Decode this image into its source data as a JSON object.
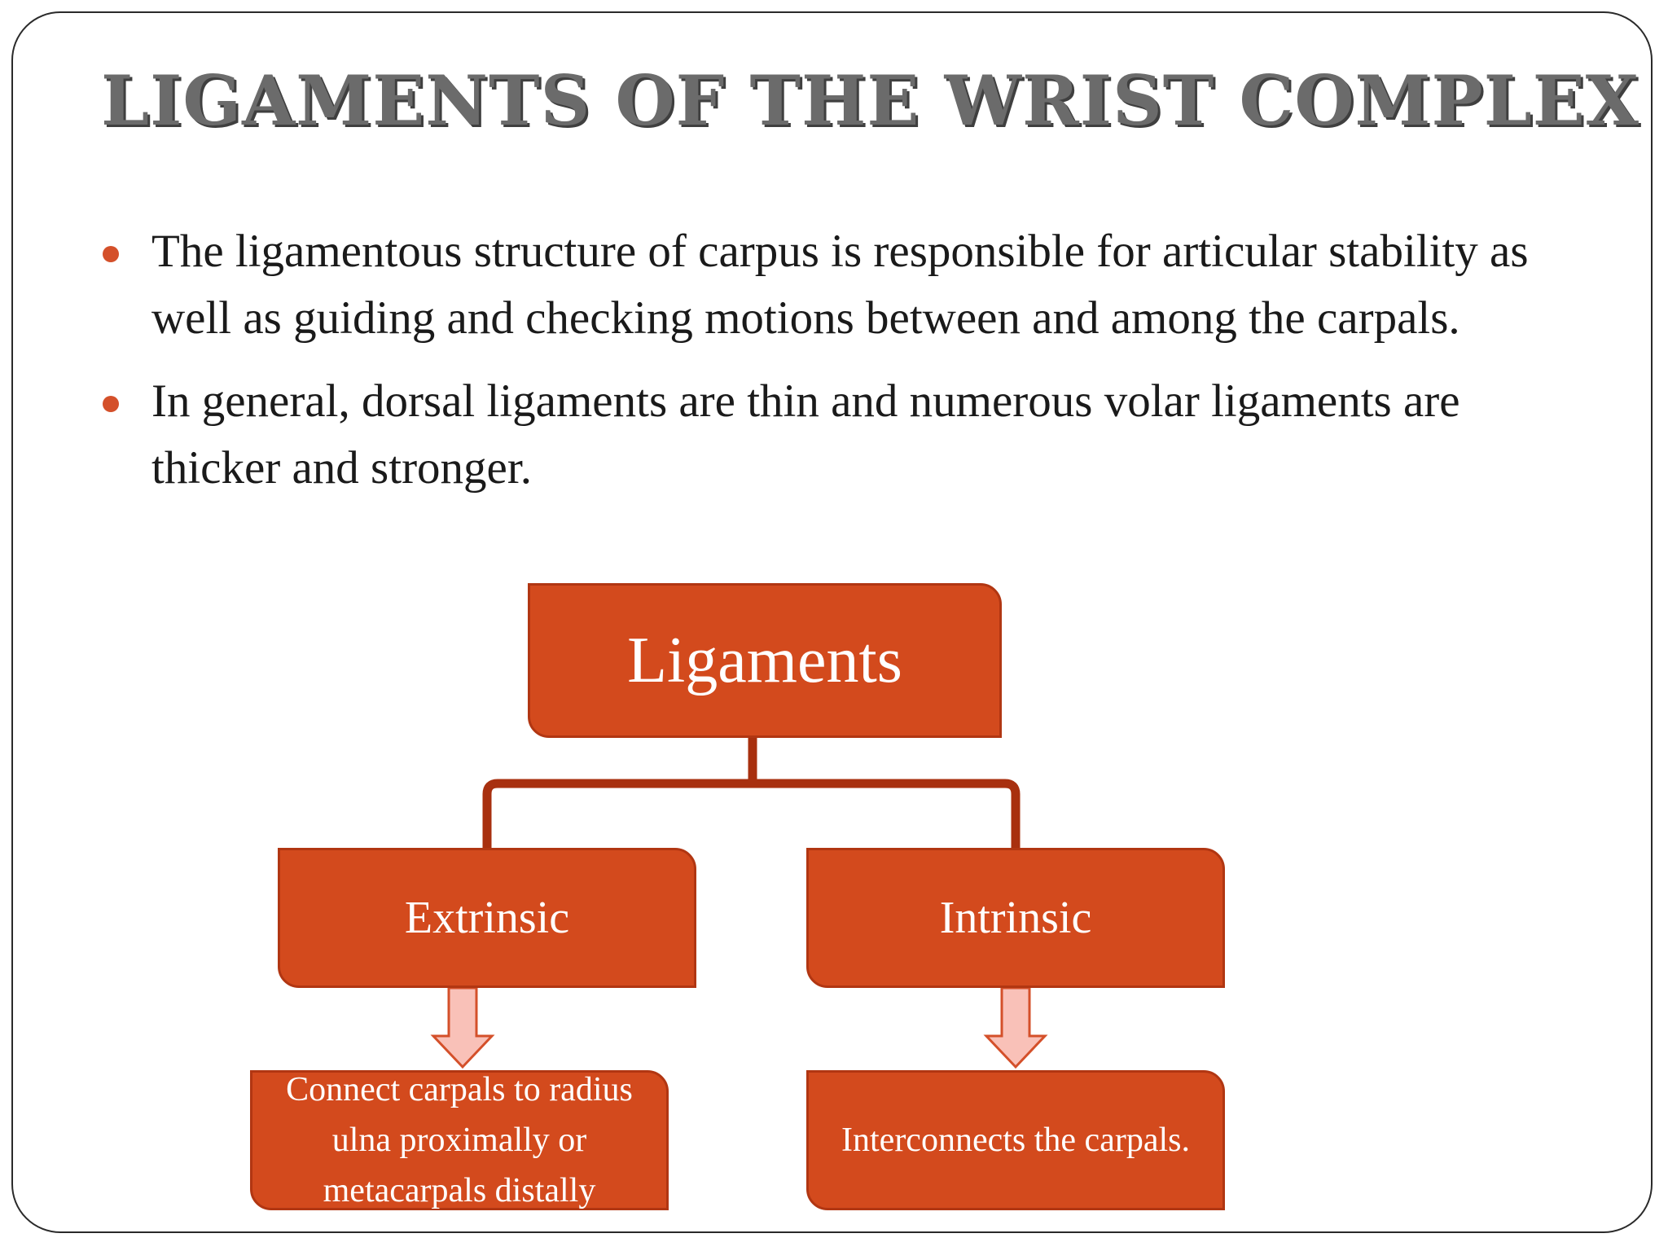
{
  "slide": {
    "title": "LIGAMENTS OF THE WRIST COMPLEX",
    "bullets": [
      "The ligamentous structure of carpus is responsible for articular stability as well as guiding and checking motions between and among the carpals.",
      "In general, dorsal ligaments are thin and numerous volar ligaments are thicker and stronger."
    ]
  },
  "diagram": {
    "root": "Ligaments",
    "branches": [
      {
        "label": "Extrinsic",
        "description": "Connect carpals to radius ulna proximally or metacarpals distally"
      },
      {
        "label": "Intrinsic",
        "description": "Interconnects the carpals."
      }
    ]
  },
  "colors": {
    "accent": "#d34a1d",
    "accent_border": "#b13612",
    "connector": "#a8300f",
    "arrow_fill": "#f9c1b8",
    "arrow_stroke": "#d4502a",
    "title_gray": "#6b6b6b",
    "text": "#1a1a1a"
  }
}
